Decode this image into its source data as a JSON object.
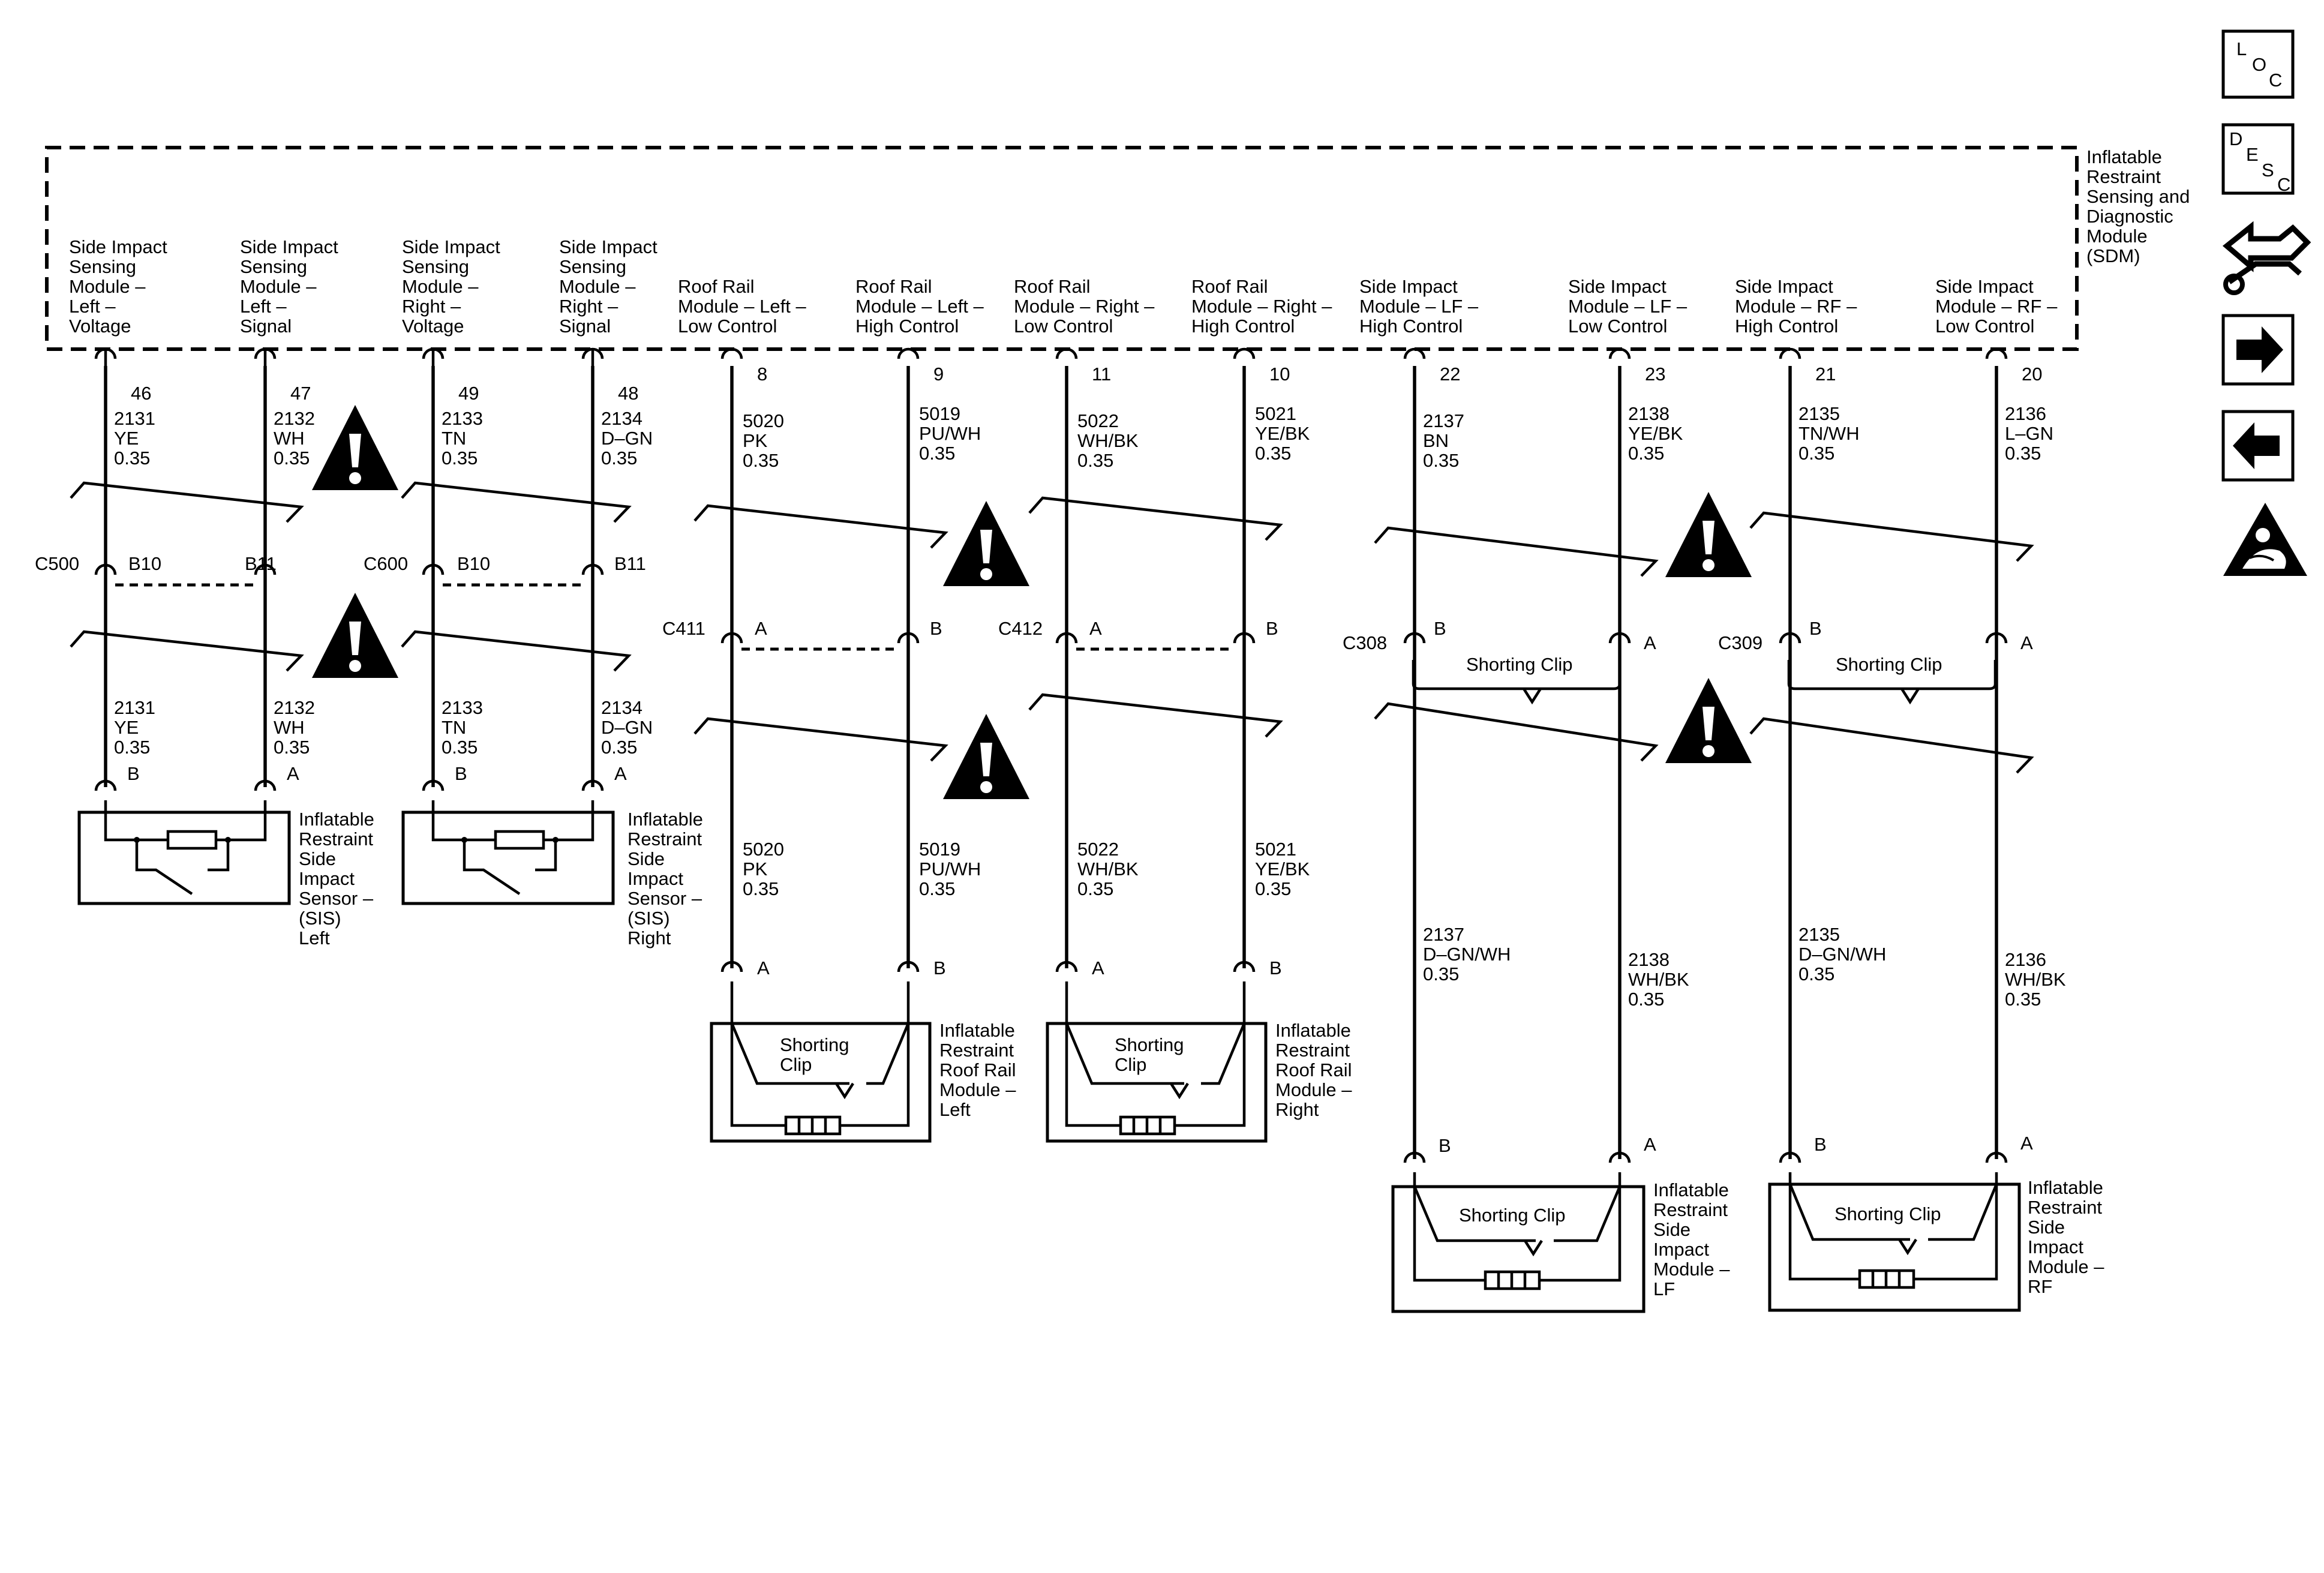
{
  "sdm": {
    "lines": [
      "Inflatable",
      "Restraint",
      "Sensing and",
      "Diagnostic",
      "Module",
      "(SDM)"
    ]
  },
  "sdm_pins": [
    {
      "label": [
        "Side Impact",
        "Sensing",
        "Module –",
        "Left –",
        "Voltage"
      ],
      "pin": "46",
      "wire": [
        "2131",
        "YE",
        "0.35"
      ]
    },
    {
      "label": [
        "Side Impact",
        "Sensing",
        "Module –",
        "Left –",
        "Signal"
      ],
      "pin": "47",
      "wire": [
        "2132",
        "WH",
        "0.35"
      ]
    },
    {
      "label": [
        "Side Impact",
        "Sensing",
        "Module –",
        "Right –",
        "Voltage"
      ],
      "pin": "49",
      "wire": [
        "2133",
        "TN",
        "0.35"
      ]
    },
    {
      "label": [
        "Side Impact",
        "Sensing",
        "Module –",
        "Right –",
        "Signal"
      ],
      "pin": "48",
      "wire": [
        "2134",
        "D–GN",
        "0.35"
      ]
    },
    {
      "label": [
        "Roof Rail",
        "Module – Left –",
        "Low Control"
      ],
      "pin": "8",
      "wire": [
        "5020",
        "PK",
        "0.35"
      ]
    },
    {
      "label": [
        "Roof Rail",
        "Module – Left –",
        "High Control"
      ],
      "pin": "9",
      "wire": [
        "5019",
        "PU/WH",
        "0.35"
      ]
    },
    {
      "label": [
        "Roof Rail",
        "Module – Right –",
        "Low Control"
      ],
      "pin": "11",
      "wire": [
        "5022",
        "WH/BK",
        "0.35"
      ]
    },
    {
      "label": [
        "Roof Rail",
        "Module – Right –",
        "High Control"
      ],
      "pin": "10",
      "wire": [
        "5021",
        "YE/BK",
        "0.35"
      ]
    },
    {
      "label": [
        "Side Impact",
        "Module – LF –",
        "High Control"
      ],
      "pin": "22",
      "wire": [
        "2137",
        "BN",
        "0.35"
      ]
    },
    {
      "label": [
        "Side Impact",
        "Module – LF –",
        "Low Control"
      ],
      "pin": "23",
      "wire": [
        "2138",
        "YE/BK",
        "0.35"
      ]
    },
    {
      "label": [
        "Side Impact",
        "Module – RF –",
        "High Control"
      ],
      "pin": "21",
      "wire": [
        "2135",
        "TN/WH",
        "0.35"
      ]
    },
    {
      "label": [
        "Side Impact",
        "Module – RF –",
        "Low Control"
      ],
      "pin": "20",
      "wire": [
        "2136",
        "L–GN",
        "0.35"
      ]
    }
  ],
  "connectors": {
    "c500": {
      "name": "C500",
      "pin_left": "B10",
      "pin_right": "B11"
    },
    "c600": {
      "name": "C600",
      "pin_left": "B10",
      "pin_right": "B11"
    },
    "c411": {
      "name": "C411",
      "pin_left": "A",
      "pin_right": "B"
    },
    "c412": {
      "name": "C412",
      "pin_left": "A",
      "pin_right": "B"
    },
    "c308": {
      "name": "C308",
      "pin_left": "B",
      "pin_right": "A"
    },
    "c309": {
      "name": "C309",
      "pin_left": "B",
      "pin_right": "A"
    }
  },
  "lower_wires": {
    "w2131": [
      "2131",
      "YE",
      "0.35"
    ],
    "w2132": [
      "2132",
      "WH",
      "0.35"
    ],
    "w2133": [
      "2133",
      "TN",
      "0.35"
    ],
    "w2134": [
      "2134",
      "D–GN",
      "0.35"
    ],
    "w5020": [
      "5020",
      "PK",
      "0.35"
    ],
    "w5019": [
      "5019",
      "PU/WH",
      "0.35"
    ],
    "w5022": [
      "5022",
      "WH/BK",
      "0.35"
    ],
    "w5021": [
      "5021",
      "YE/BK",
      "0.35"
    ],
    "w2137": [
      "2137",
      "D–GN/WH",
      "0.35"
    ],
    "w2138": [
      "2138",
      "WH/BK",
      "0.35"
    ],
    "w2135": [
      "2135",
      "D–GN/WH",
      "0.35"
    ],
    "w2136": [
      "2136",
      "WH/BK",
      "0.35"
    ]
  },
  "components": {
    "sis_left": {
      "lines": [
        "Inflatable",
        "Restraint",
        "Side",
        "Impact",
        "Sensor –",
        "(SIS)",
        "Left"
      ],
      "pin_b": "B",
      "pin_a": "A"
    },
    "sis_right": {
      "lines": [
        "Inflatable",
        "Restraint",
        "Side",
        "Impact",
        "Sensor –",
        "(SIS)",
        "Right"
      ],
      "pin_b": "B",
      "pin_a": "A"
    },
    "roof_left": {
      "lines": [
        "Inflatable",
        "Restraint",
        "Roof Rail",
        "Module –",
        "Left"
      ],
      "pin_a": "A",
      "pin_b": "B"
    },
    "roof_right": {
      "lines": [
        "Inflatable",
        "Restraint",
        "Roof Rail",
        "Module –",
        "Right"
      ],
      "pin_a": "A",
      "pin_b": "B"
    },
    "side_lf": {
      "lines": [
        "Inflatable",
        "Restraint",
        "Side",
        "Impact",
        "Module –",
        "LF"
      ],
      "pin_b": "B",
      "pin_a": "A"
    },
    "side_rf": {
      "lines": [
        "Inflatable",
        "Restraint",
        "Side",
        "Impact",
        "Module –",
        "RF"
      ],
      "pin_b": "B",
      "pin_a": "A"
    }
  },
  "shorting_clip": {
    "single": "Shorting Clip",
    "two_line": [
      "Shorting",
      "Clip"
    ]
  },
  "nav_icons": {
    "loc": [
      "L",
      "O",
      "C"
    ],
    "desc": [
      "D",
      "E",
      "S",
      "C"
    ]
  }
}
